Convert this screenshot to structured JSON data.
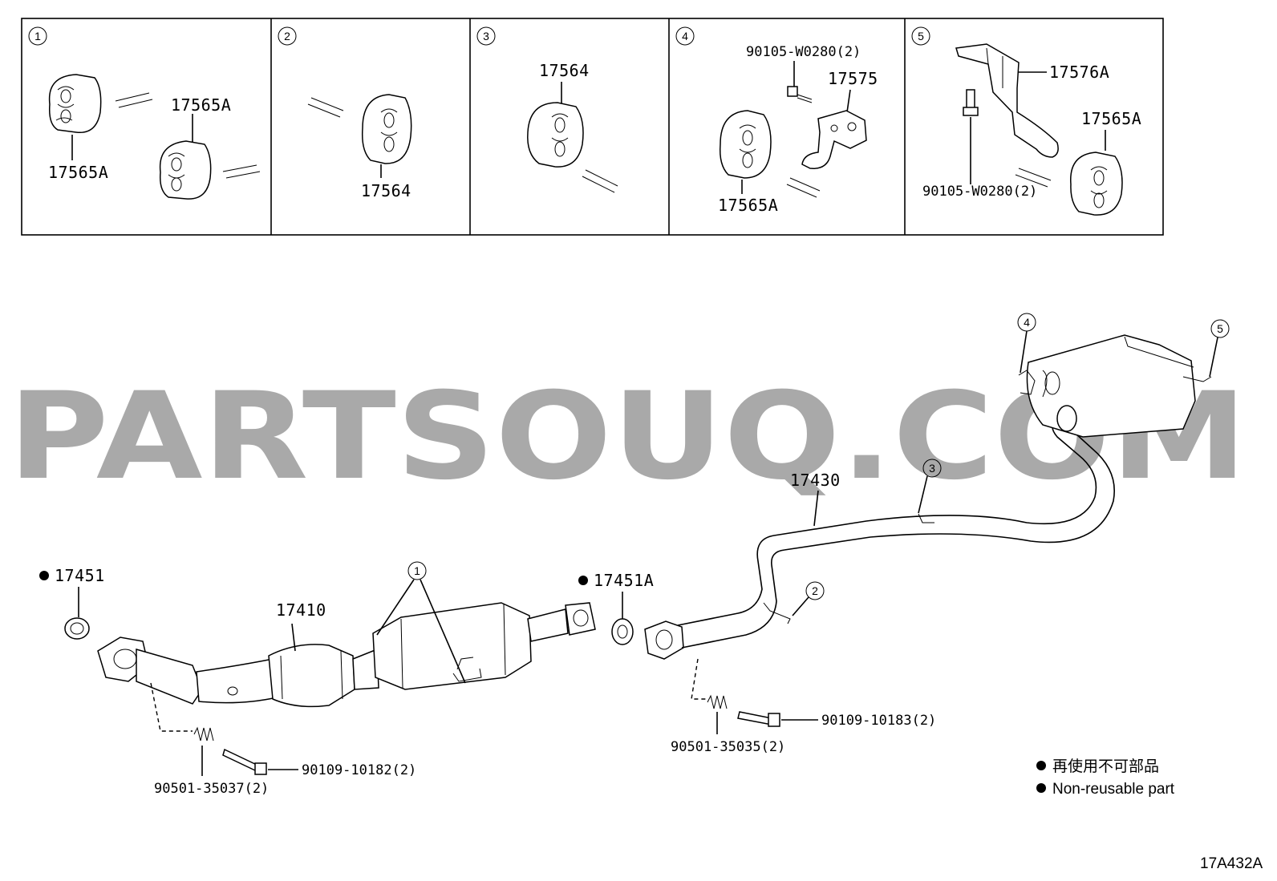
{
  "watermark": "PARTSOUQ.COM",
  "figure_code": "17A432A",
  "legend": {
    "line1": "再使用不可部品",
    "line2": "Non-reusable part"
  },
  "panels": [
    {
      "num": "1",
      "labels": [
        "17565A",
        "17565A"
      ]
    },
    {
      "num": "2",
      "labels": [
        "17564"
      ]
    },
    {
      "num": "3",
      "labels": [
        "17564"
      ]
    },
    {
      "num": "4",
      "labels": [
        "90105-W0280(2)",
        "17575",
        "17565A"
      ]
    },
    {
      "num": "5",
      "labels": [
        "17576A",
        "17565A",
        "90105-W0280(2)"
      ]
    }
  ],
  "main": {
    "gasket_front": "17451",
    "gasket_rear": "17451A",
    "front_pipe": "17410",
    "tail_pipe": "17430",
    "spring_front": "90501-35037(2)",
    "bolt_front": "90109-10182(2)",
    "spring_rear": "90501-35035(2)",
    "bolt_rear": "90109-10183(2)",
    "callouts": [
      "1",
      "2",
      "3",
      "4",
      "5"
    ]
  }
}
